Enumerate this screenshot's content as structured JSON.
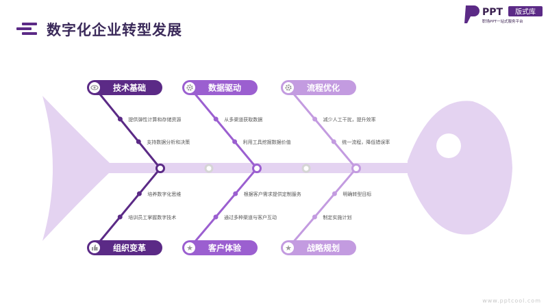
{
  "header": {
    "title": "数字化企业转型发展"
  },
  "logo": {
    "brand": "PPT",
    "badge": "版式库",
    "tagline": "职场PPT一站式服务平台"
  },
  "footer": {
    "url": "www.pptcool.com"
  },
  "colors": {
    "dark": "#5b2a86",
    "mid": "#9b5fd0",
    "light": "#c39be0",
    "fish": "#e4d3f1"
  },
  "branches_top": [
    {
      "label": "技术基础",
      "icon": "eye-icon",
      "items": [
        "提供弹性计算和存储资源",
        "支持数据分析和决策"
      ]
    },
    {
      "label": "数据驱动",
      "icon": "gear-icon",
      "items": [
        "从多渠道获取数据",
        "利用工具挖掘数据价值"
      ]
    },
    {
      "label": "流程优化",
      "icon": "gear-icon",
      "items": [
        "减少人工干扰，提升效率",
        "统一流程，降低错误率"
      ]
    }
  ],
  "branches_bottom": [
    {
      "label": "组织变革",
      "icon": "thumbs-up-icon",
      "items": [
        "培养数字化思维",
        "培训员工掌握数字技术"
      ]
    },
    {
      "label": "客户体验",
      "icon": "star-icon",
      "items": [
        "根据客户需求提供定制服务",
        "通过多种渠道与客户互动"
      ]
    },
    {
      "label": "战略规划",
      "icon": "star-icon",
      "items": [
        "明确转型目标",
        "制定实施计划"
      ]
    }
  ]
}
